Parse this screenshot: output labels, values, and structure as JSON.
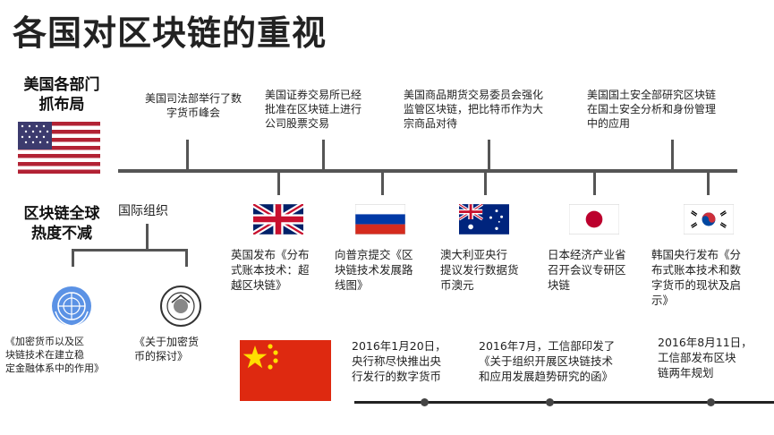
{
  "title": "各国对区块链的重视",
  "usa_heading": "美国各部门\n抓布局",
  "global_heading": "区块链全球\n热度不减",
  "intl_org_label": "国际组织",
  "us_events": [
    "美国司法部举行了数\n字货币峰会",
    "美国证券交易所已经\n批准在区块链上进行\n公司股票交易",
    "美国商品期货交易委员会强化\n监管区块链，把比特币作为大\n宗商品对待",
    "美国国土安全部研究区块链\n在国土安全分析和身份管理\n中的应用"
  ],
  "countries": [
    {
      "flag": "uk-flag",
      "text": "英国发布《分布\n式账本技术：超\n越区块链》"
    },
    {
      "flag": "russia-flag",
      "text": "向普京提交《区\n块链技术发展路\n线图》"
    },
    {
      "flag": "australia-flag",
      "text": "澳大利亚央行\n提议发行数据货\n币澳元"
    },
    {
      "flag": "japan-flag",
      "text": "日本经济产业省\n召开会议专研区\n块链"
    },
    {
      "flag": "korea-flag",
      "text": "韩国央行发布《分\n布式账本技术和数\n字货币的现状及启\n示》"
    }
  ],
  "intl_docs": [
    {
      "icon": "un-emblem-icon",
      "text": "《加密货币以及区\n块链技术在建立稳\n定金融体系中的作用》"
    },
    {
      "icon": "imf-seal-icon",
      "text": "《关于加密货\n币的探讨》"
    }
  ],
  "china_events": [
    "2016年1月20日，\n央行称尽快推出央\n行发行的数字货币",
    "2016年7月，工信部印发了\n《关于组织开展区块链技术\n和应用发展趋势研究的函》",
    "2016年8月11日，\n工信部发布区块\n链两年规划"
  ],
  "colors": {
    "china_red": "#de2910",
    "china_yellow": "#ffde00",
    "line": "#555555"
  }
}
